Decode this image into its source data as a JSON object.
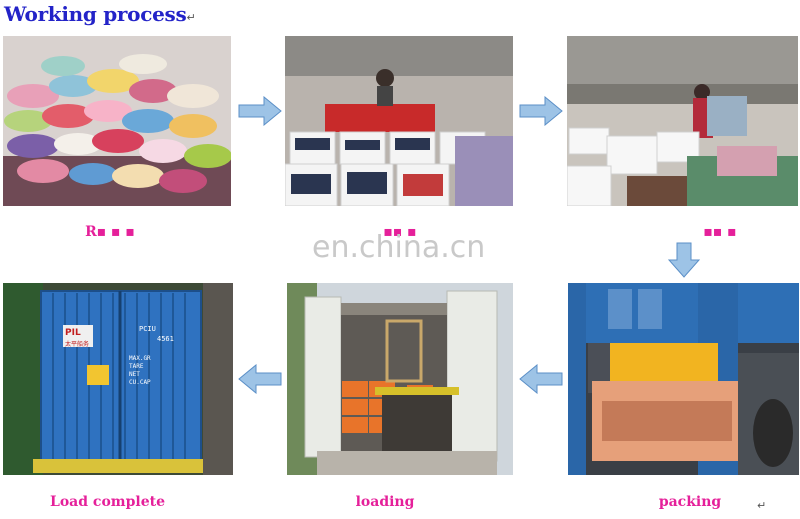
{
  "header": {
    "title": "Working process",
    "return_mark": "↵"
  },
  "watermark": "en.china.cn",
  "captions": {
    "step1_obscured": "R▪  ▪ ▪",
    "step2_obscured": "▪▪  ▪",
    "step3_obscured": "▪▪  ▪",
    "step4": "packing",
    "step5": "loading",
    "step6": "Load complete"
  },
  "container_text": {
    "brand": "PIL",
    "brand_sub": "太平船务",
    "code_line1": "PCIU",
    "code_line2": "4561",
    "spec_lines": [
      "MAX.GR",
      "TARE",
      "NET",
      "CU.CAP"
    ]
  },
  "colors": {
    "title": "#2323c8",
    "caption": "#e5209a",
    "arrow": "#9dc3e6",
    "arrow_border": "#5b8fc7"
  }
}
